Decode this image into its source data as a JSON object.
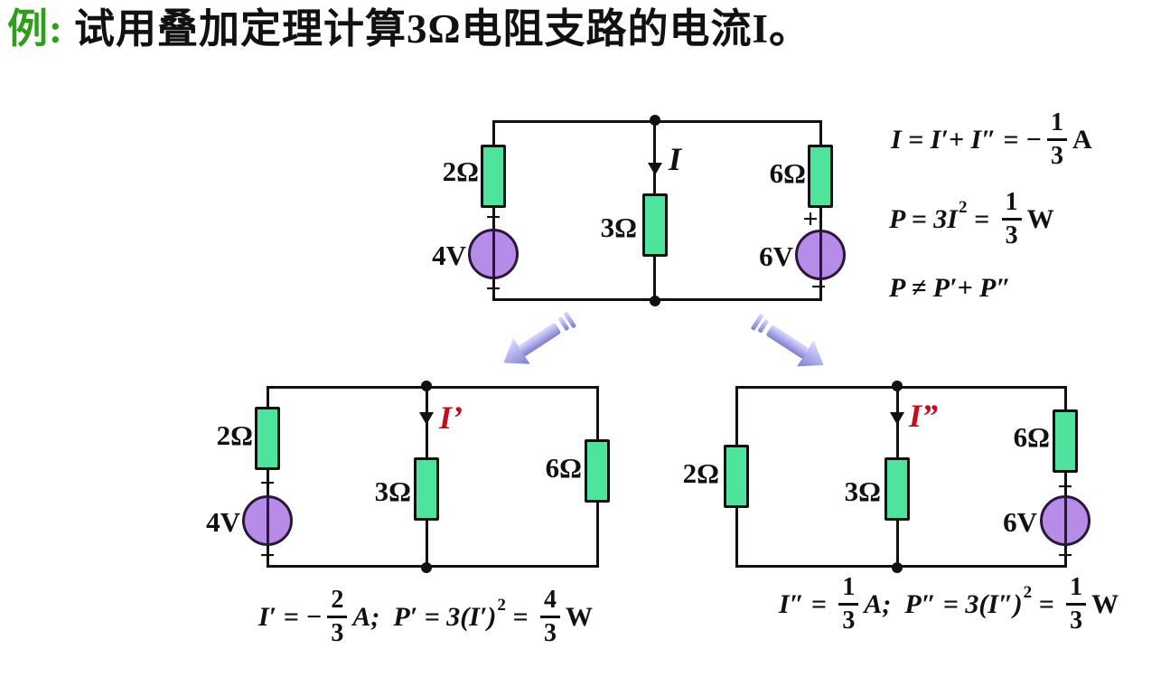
{
  "colors": {
    "title-green": "#2f9e1c",
    "resistor-green": "#4fe49d",
    "source-purple": "#b78be8",
    "current-red": "#c01020",
    "arrow-purple": "#8e8cd8",
    "ink": "#111111"
  },
  "title": {
    "tag": "例:",
    "text": "试用叠加定理计算3Ω电阻支路的电流I。"
  },
  "circuits": {
    "top": {
      "r_left": "2Ω",
      "r_left_minus": "−",
      "v_left": "4V",
      "v_left_plus": "+",
      "current": "I",
      "r_mid": "3Ω",
      "r_right": "6Ω",
      "r_right_plus": "+",
      "v_right": "6V",
      "v_right_minus": "−"
    },
    "bottom_left": {
      "r_left": "2Ω",
      "r_left_minus": "−",
      "v_left": "4V",
      "v_left_plus": "+",
      "current": "I’",
      "r_mid": "3Ω",
      "r_right": "6Ω"
    },
    "bottom_right": {
      "r_left": "2Ω",
      "current": "I”",
      "r_mid": "3Ω",
      "r_right": "6Ω",
      "r_right_plus": "+",
      "v_right": "6V",
      "v_right_minus": "−"
    }
  },
  "formulas": {
    "result": {
      "line1": {
        "pre": "I = I′+ I″ = −",
        "num": "1",
        "den": "3",
        "unit": "A"
      },
      "line2": {
        "pre": "P = 3I",
        "sup": "2",
        "eq": " = ",
        "num": "1",
        "den": "3",
        "unit": "W"
      },
      "line3": {
        "text": "P ≠ P′+ P″"
      }
    },
    "bottom_left": {
      "pre": "I′ = −",
      "num1": "2",
      "den1": "3",
      "mid": "A;  P′ = 3(I′)",
      "sup": "2",
      "eq": " = ",
      "num2": "4",
      "den2": "3",
      "unit": "W"
    },
    "bottom_right": {
      "pre": "I″ = ",
      "num1": "1",
      "den1": "3",
      "mid": "A;  P″ = 3(I″)",
      "sup": "2",
      "eq": " = ",
      "num2": "1",
      "den2": "3",
      "unit": "W"
    }
  }
}
